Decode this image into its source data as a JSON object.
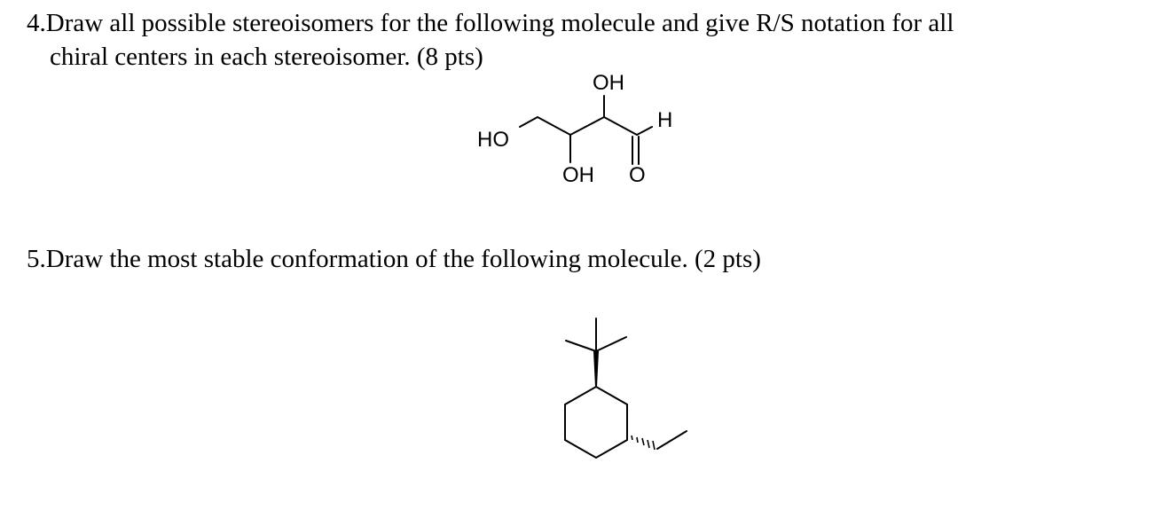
{
  "question4": {
    "line1": "4.Draw all possible stereoisomers for the following molecule and give R/S notation for all",
    "line2": "chiral centers in each stereoisomer. (8 pts)",
    "atoms": {
      "oh_top": "OH",
      "h_aldehyde": "H",
      "ho_left": "HO",
      "oh_bottom": "OH",
      "o_carbonyl": "O"
    }
  },
  "question5": {
    "line1": "5.Draw the most stable conformation of the following molecule. (2 pts)"
  }
}
